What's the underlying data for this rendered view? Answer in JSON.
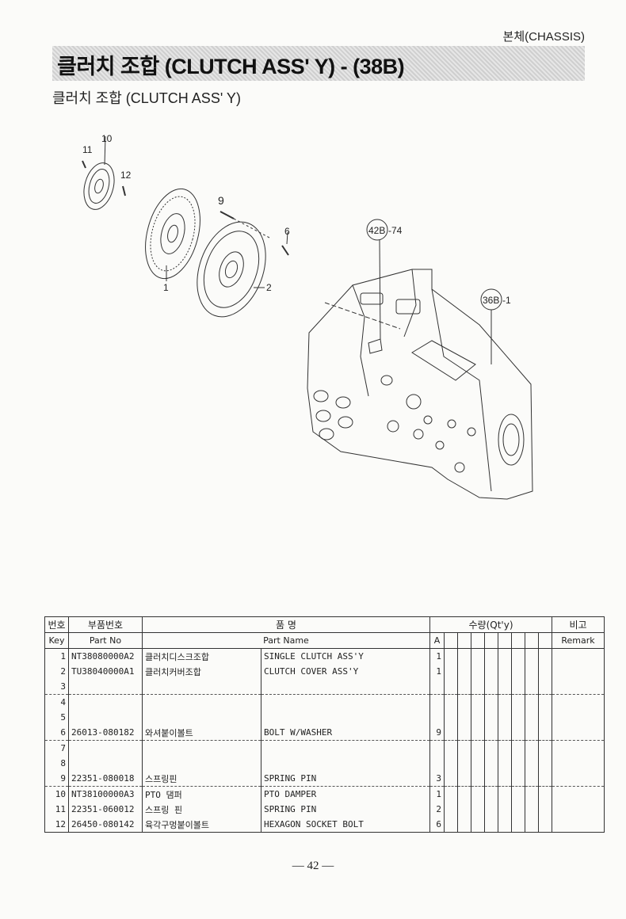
{
  "header": {
    "section": "본체(CHASSIS)"
  },
  "banner": {
    "title": "클러치 조합 (CLUTCH ASS' Y) - (38B)"
  },
  "subtitle": "클러치 조합 (CLUTCH ASS' Y)",
  "diagram": {
    "callouts": {
      "c10": "10",
      "c11": "11",
      "c12": "12",
      "c9": "9",
      "c6": "6",
      "c1": "1",
      "c2": "2"
    },
    "refs": {
      "r42b": "42B",
      "r42b_suffix": "-74",
      "r36b": "36B",
      "r36b_suffix": "-1"
    }
  },
  "table": {
    "headers": {
      "key_kr": "번호",
      "key_en": "Key",
      "part_no_kr": "부품번호",
      "part_no_en": "Part No",
      "name_kr": "품 명",
      "name_en": "Part Name",
      "qty_kr": "수량(Qt'y)",
      "qty_a": "A",
      "remark_kr": "비고",
      "remark_en": "Remark"
    },
    "rows": [
      {
        "key": "1",
        "part_no": "NT38080000A2",
        "name_kr": "클러치디스크조합",
        "name_en": "SINGLE CLUTCH ASS'Y",
        "qty": "1"
      },
      {
        "key": "2",
        "part_no": "TU38040000A1",
        "name_kr": "클러치커버조합",
        "name_en": "CLUTCH COVER ASS'Y",
        "qty": "1"
      },
      {
        "key": "3",
        "part_no": "",
        "name_kr": "",
        "name_en": "",
        "qty": ""
      },
      {
        "key": "4",
        "part_no": "",
        "name_kr": "",
        "name_en": "",
        "qty": ""
      },
      {
        "key": "5",
        "part_no": "",
        "name_kr": "",
        "name_en": "",
        "qty": ""
      },
      {
        "key": "6",
        "part_no": "26013-080182",
        "name_kr": "와셔붙이볼트",
        "name_en": "BOLT W/WASHER",
        "qty": "9"
      },
      {
        "key": "7",
        "part_no": "",
        "name_kr": "",
        "name_en": "",
        "qty": ""
      },
      {
        "key": "8",
        "part_no": "",
        "name_kr": "",
        "name_en": "",
        "qty": ""
      },
      {
        "key": "9",
        "part_no": "22351-080018",
        "name_kr": "스프링핀",
        "name_en": "SPRING PIN",
        "qty": "3"
      },
      {
        "key": "10",
        "part_no": "NT38100000A3",
        "name_kr": "PTO 댐퍼",
        "name_en": "PTO DAMPER",
        "qty": "1"
      },
      {
        "key": "11",
        "part_no": "22351-060012",
        "name_kr": "스프링 핀",
        "name_en": "SPRING PIN",
        "qty": "2"
      },
      {
        "key": "12",
        "part_no": "26450-080142",
        "name_kr": "육각구멍붙이볼트",
        "name_en": "HEXAGON SOCKET BOLT",
        "qty": "6"
      }
    ]
  },
  "footer": {
    "page": "— 42 —"
  }
}
